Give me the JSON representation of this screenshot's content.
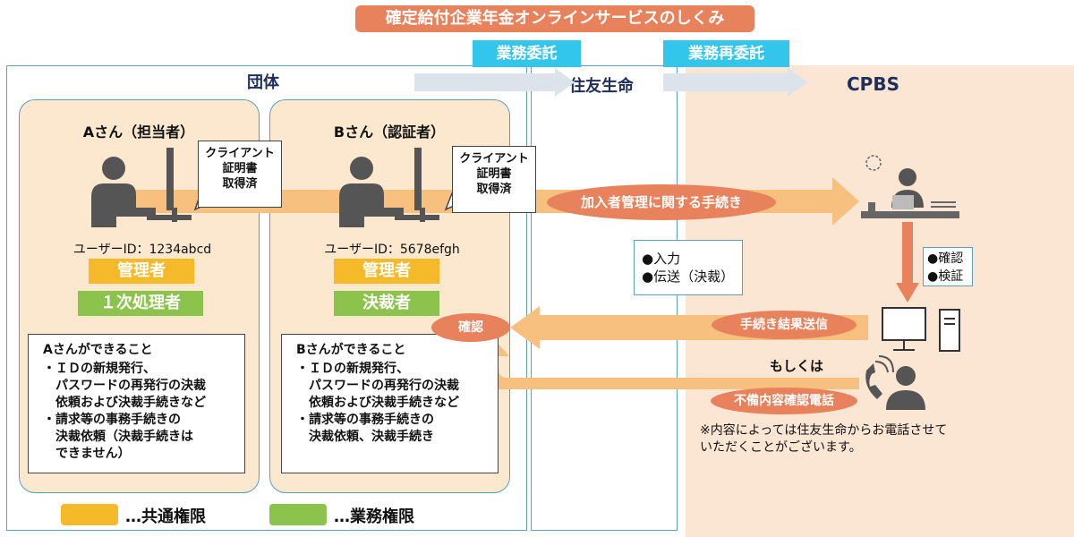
{
  "title": "確定給付企業年金オンラインサービスのしくみ",
  "tags": {
    "gyomu_itaku": "業務委託",
    "gyomu_saiitaku": "業務再委託"
  },
  "headers": {
    "dantai": "団体",
    "sumitomo": "住友生命",
    "cpbs": "CPBS"
  },
  "person_a": {
    "name": "Aさん（担当者）",
    "cert": [
      "クライアント",
      "証明書",
      "取得済"
    ],
    "user_id": "ユーザーID：1234abcd",
    "badge_common": "管理者",
    "badge_role": "１次処理者",
    "cando_title": "Aさんができること",
    "cando_items": [
      [
        "・ＩＤの新規発行、",
        "パスワードの再発行の決裁",
        "依頼および決裁手続きなど"
      ],
      [
        "・請求等の事務手続きの",
        "決裁依頼（決裁手続きは",
        "できません）"
      ]
    ]
  },
  "person_b": {
    "name": "Bさん（認証者）",
    "cert": [
      "クライアント",
      "証明書",
      "取得済"
    ],
    "user_id": "ユーザーID：5678efgh",
    "badge_common": "管理者",
    "badge_role": "決裁者",
    "cando_title": "Bさんができること",
    "cando_items": [
      [
        "・ＩＤの新規発行、",
        "パスワードの再発行の決裁",
        "依頼および決裁手続きなど"
      ],
      [
        "・請求等の事務手続きの",
        "決裁依頼、決裁手続き"
      ]
    ]
  },
  "flow": {
    "procedure": "加入者管理に関する手続き",
    "input_send": [
      "●入力",
      "●伝送（決裁）"
    ],
    "confirm_verify": [
      "●確認",
      "●検証"
    ],
    "result_send": "手続き結果送信",
    "confirm": "確認",
    "or": "もしくは",
    "phone": "不備内容確認電話",
    "note": [
      "※内容によっては住友生命からお電話させて",
      "いただくことがございます。"
    ]
  },
  "legend": {
    "common": "…共通権限",
    "business": "…業務権限"
  },
  "colors": {
    "salmon": "#e8825c",
    "cyan": "#33c6ec",
    "orange": "#f5b92a",
    "green": "#8cc34d",
    "peach": "#fbe5d3",
    "navy": "#1f2f5c"
  }
}
